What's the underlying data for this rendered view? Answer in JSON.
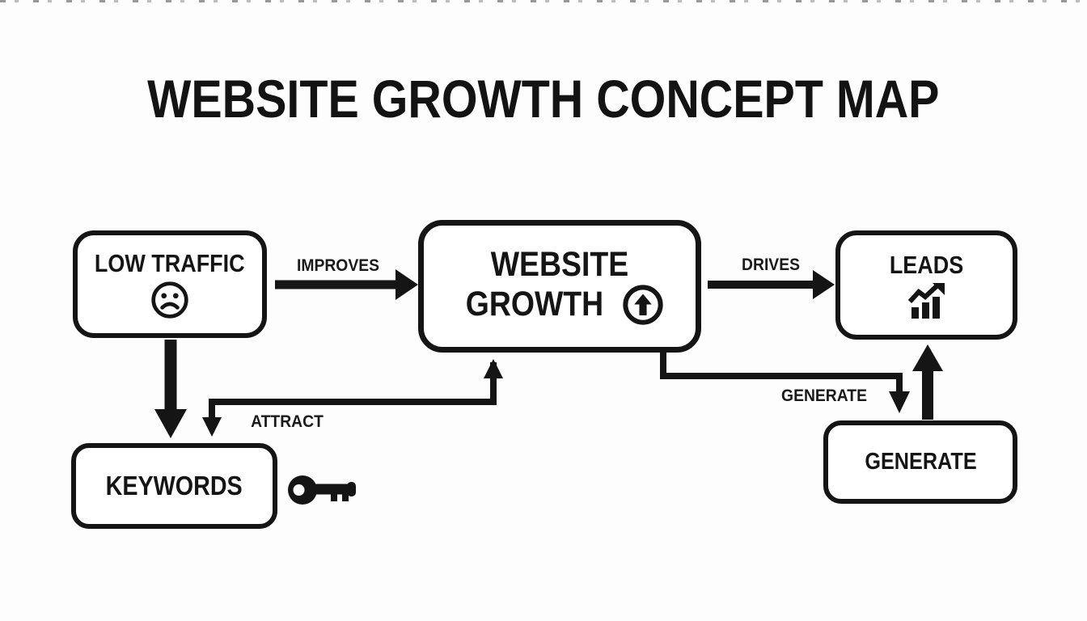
{
  "title": "WEBSITE GROWTH CONCEPT MAP",
  "colors": {
    "ink": "#171717",
    "background": "#fdfdfd"
  },
  "nodes": {
    "low_traffic": {
      "label": "LOW TRAFFIC",
      "icon": "sad-face-icon"
    },
    "website_growth": {
      "line1": "WEBSITE",
      "line2": "GROWTH",
      "icon": "arrow-up-circle-icon"
    },
    "leads": {
      "label": "LEADS",
      "icon": "trending-bar-chart-icon"
    },
    "keywords": {
      "label": "KEYWORDS",
      "icon": "key-icon"
    },
    "generate": {
      "label": "GENERATE"
    }
  },
  "edges": [
    {
      "label": "IMPROVES",
      "from": "low_traffic",
      "to": "website_growth"
    },
    {
      "label": "DRIVES",
      "from": "website_growth",
      "to": "leads"
    },
    {
      "label": "",
      "from": "low_traffic",
      "to": "keywords"
    },
    {
      "label": "ATTRACT",
      "from": "keywords",
      "to": "website_growth"
    },
    {
      "label": "GENERATE",
      "from": "website_growth",
      "to": "generate"
    },
    {
      "label": "",
      "from": "generate",
      "to": "leads"
    }
  ]
}
